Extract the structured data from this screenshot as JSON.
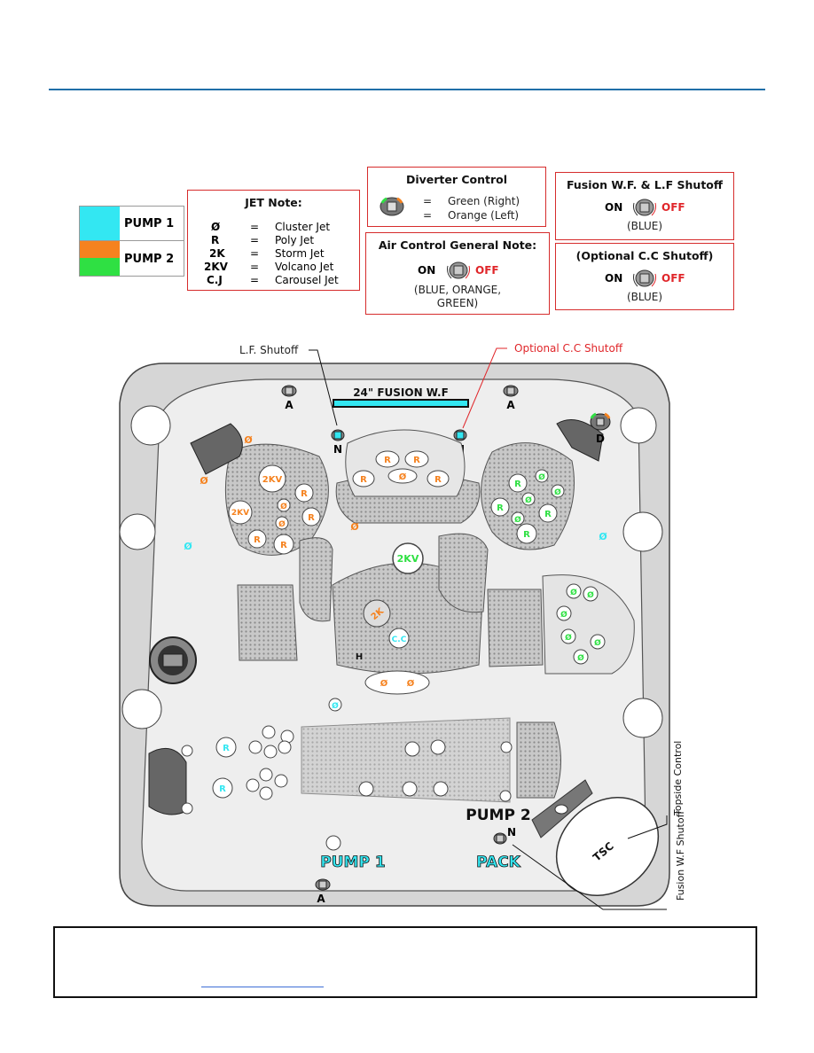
{
  "legend": {
    "pump1_label": "PUMP 1",
    "pump2_label": "PUMP 2",
    "pump1_color": "#33e7f2",
    "pump2_colors": [
      "#f5821f",
      "#2fe043"
    ]
  },
  "jet_note": {
    "title": "JET Note:",
    "rows": [
      {
        "code": "Ø",
        "eq": "=",
        "name": "Cluster Jet"
      },
      {
        "code": "R",
        "eq": "=",
        "name": "Poly Jet"
      },
      {
        "code": "2K",
        "eq": "=",
        "name": "Storm Jet"
      },
      {
        "code": "2KV",
        "eq": "=",
        "name": "Volcano Jet"
      },
      {
        "code": "C.J",
        "eq": "=",
        "name": "Carousel Jet"
      }
    ]
  },
  "diverter": {
    "title": "Diverter Control",
    "eq": "=",
    "green": "Green (Right)",
    "orange": "Orange (Left)"
  },
  "air_control": {
    "title": "Air Control General Note:",
    "on": "ON",
    "off": "OFF",
    "colors_line1": "(BLUE, ORANGE,",
    "colors_line2": "GREEN)"
  },
  "fusion_shutoff": {
    "title": "Fusion W.F. & L.F Shutoff",
    "on": "ON",
    "off": "OFF",
    "color": "(BLUE)"
  },
  "cc_shutoff": {
    "title": "(Optional C.C Shutoff)",
    "on": "ON",
    "off": "OFF",
    "color": "(BLUE)"
  },
  "diagram": {
    "lf_shutoff": "L.F. Shutoff",
    "optional_cc": "Optional C.C Shutoff",
    "fusion_wf": "24\" FUSION W.F",
    "air_a": "A",
    "air_n": "N",
    "diverter_d": "D",
    "jet_cluster": "Ø",
    "jet_poly": "R",
    "jet_volcano": "2KV",
    "jet_storm": "2K",
    "jet_carousel": "C.C",
    "h_label": "H",
    "pump2_label": "PUMP 2",
    "pump1_label": "PUMP 1",
    "pack_label": "PACK",
    "topside_control": "Topside Control",
    "tsc": "TSC",
    "fusion_wf_shutoff": "Fusion W.F Shutoff"
  },
  "colors": {
    "accent_rule": "#1f6fa8",
    "note_border": "#d62c2c",
    "cyan": "#33e7f2",
    "orange": "#f5821f",
    "green": "#2fe043",
    "off_red": "#e0262a"
  }
}
